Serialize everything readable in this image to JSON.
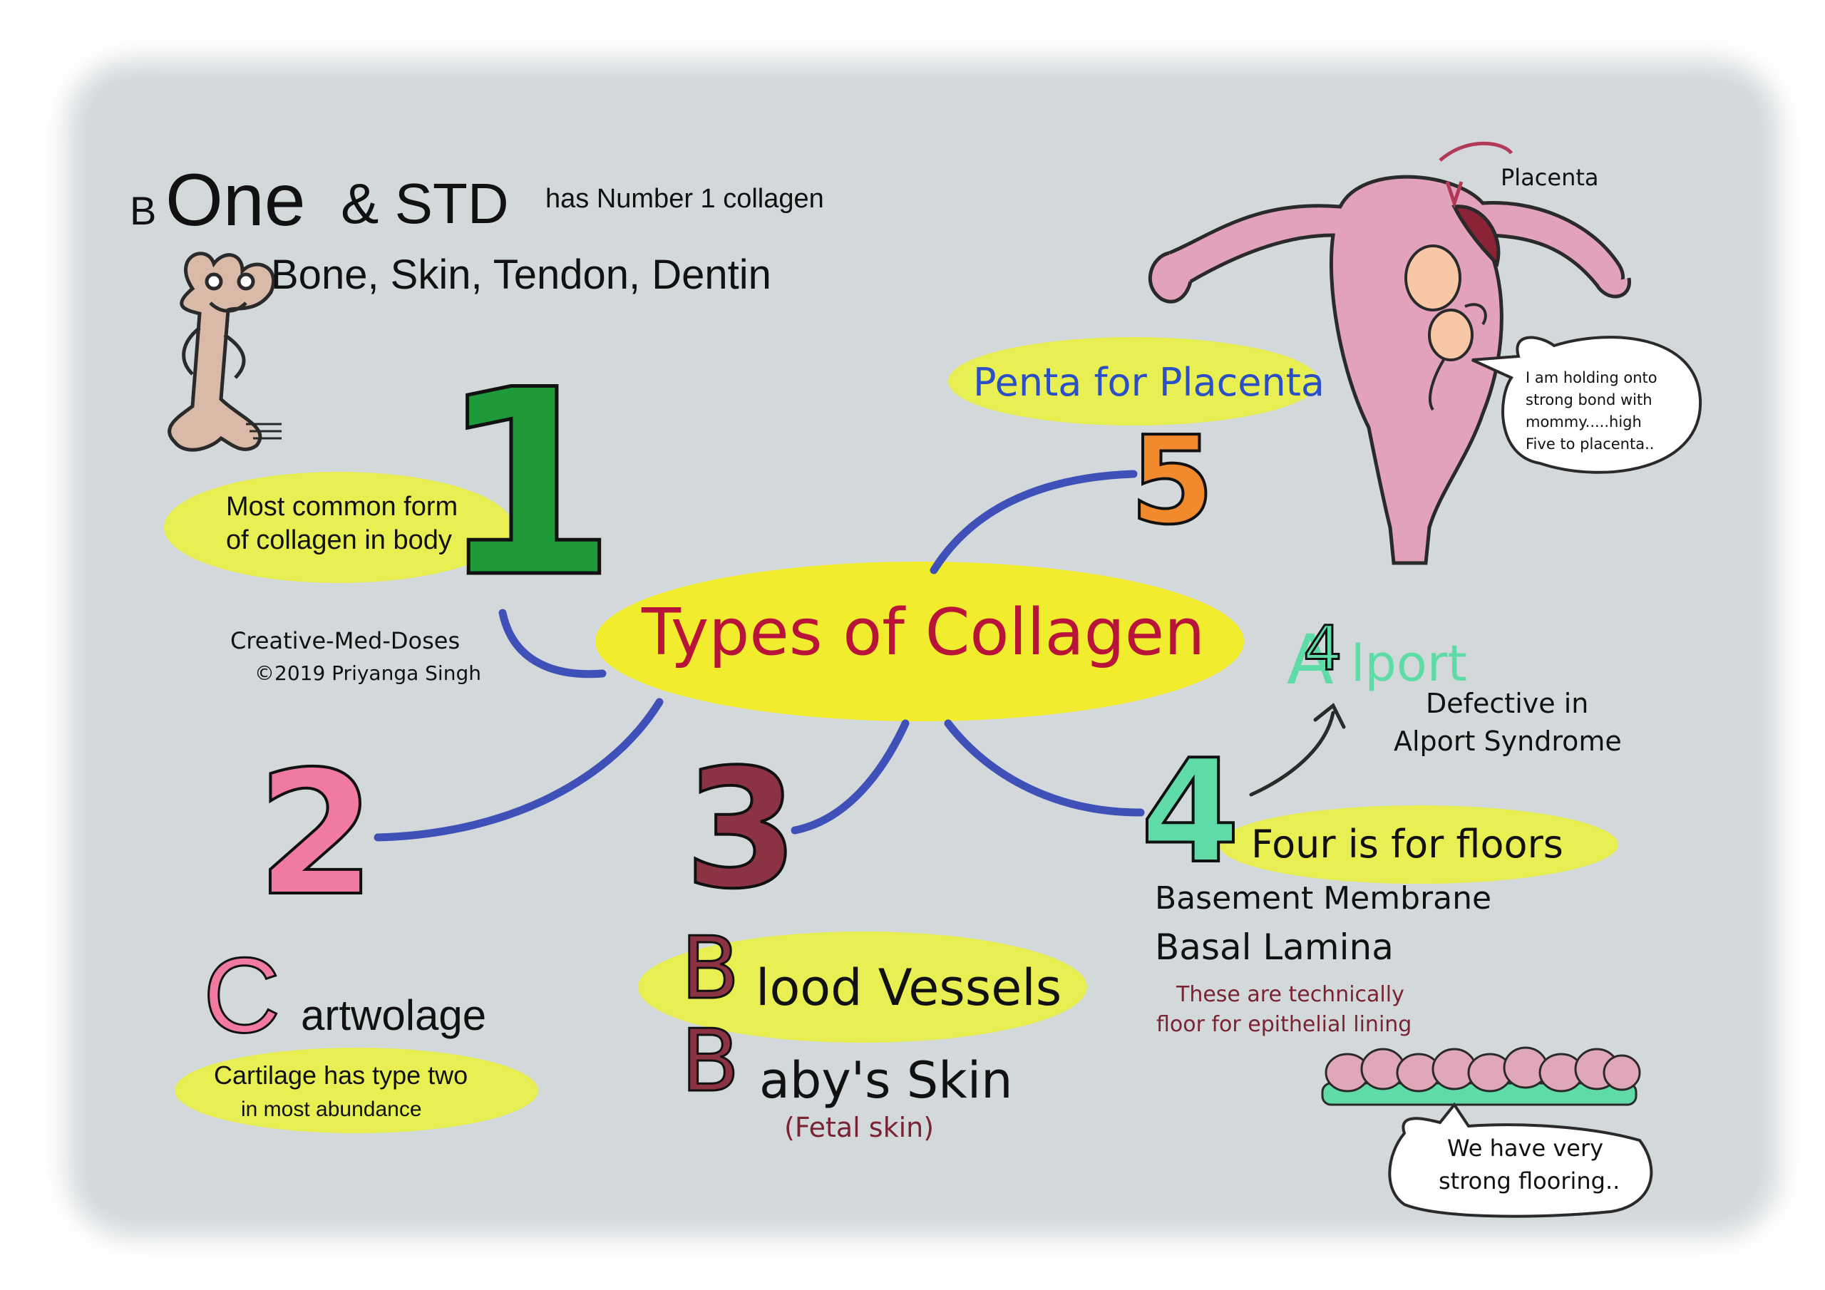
{
  "title": "Types of Collagen",
  "branches": {
    "type1": {
      "digit": "1",
      "mnemonic_small_b": "B",
      "mnemonic_one": "One",
      "mnemonic_rest": "& STD",
      "mnemonic_note": "has Number 1 collagen",
      "expansion": "Bone, Skin, Tendon, Dentin",
      "fact_line1": "Most common form",
      "fact_line2": "of collagen in body"
    },
    "type2": {
      "digit": "2",
      "mnemonic_letter": "C",
      "mnemonic_rest": "artwolage",
      "fact_line1": "Cartilage has type two",
      "fact_line2": "in most abundance"
    },
    "type3": {
      "digit": "3",
      "letter": "B",
      "line1_rest": "lood Vessels",
      "line2_rest": "aby's Skin",
      "note": "(Fetal skin)"
    },
    "type4": {
      "digit": "4",
      "alport_a": "A",
      "alport_4": "4",
      "alport_rest": "lport",
      "defect_line1": "Defective in",
      "defect_line2": "Alport Syndrome",
      "mnemonic": "Four is for floors",
      "item1": "Basement Membrane",
      "item2": "Basal Lamina",
      "note_line1": "These are technically",
      "note_line2": "floor for epithelial lining",
      "bubble_line1": "We have very",
      "bubble_line2": "strong flooring.."
    },
    "type5": {
      "digit": "5",
      "mnemonic": "Penta for Placenta",
      "label": "Placenta",
      "bubble_line1": "I am holding onto",
      "bubble_line2": "strong bond with",
      "bubble_line3": "mommy.....high",
      "bubble_line4": "Five to placenta.."
    }
  },
  "credit_line1": "Creative-Med-Doses",
  "credit_line2": "©2019 Priyanga Singh",
  "colors": {
    "background": "#d3d8da",
    "highlight": "#e8ef52",
    "title_bubble": "#f1ec2e",
    "title_text": "#b8143a",
    "branch_line": "#3f51b8",
    "digit1": "#1f9a3a",
    "digit2": "#f07aa0",
    "digit3": "#8b3342",
    "digit4": "#5fdca6",
    "digit5": "#f08a2c",
    "penta_text": "#2b4fc4",
    "note_text": "#7a2333",
    "uterus": "#e3a2bc"
  },
  "icons": [
    "bone-character-icon",
    "uterus-icon",
    "fetus-icon",
    "cells-row-icon",
    "speech-bubble-icon",
    "arrow-icon"
  ]
}
